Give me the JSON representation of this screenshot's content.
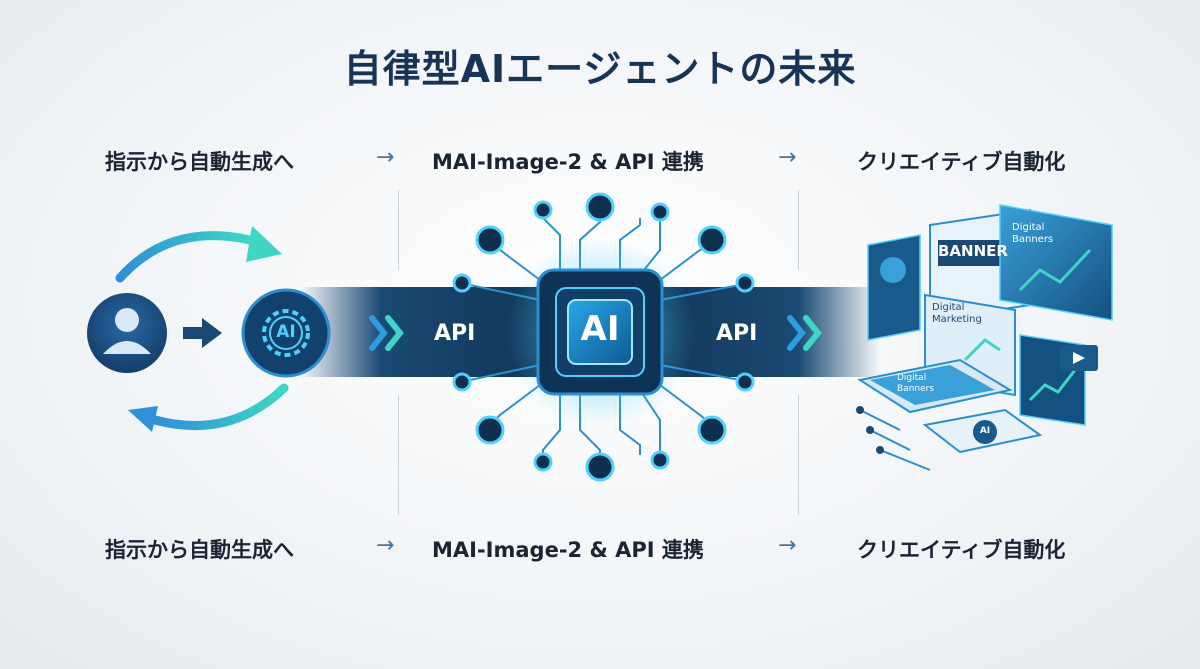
{
  "title": "自律型AIエージェントの未来",
  "top_row": {
    "step1": "指示から自動生成へ",
    "step2": "MAI-Image-2 & API 連携",
    "step3": "クリエイティブ自動化",
    "arrow": "→"
  },
  "bottom_row": {
    "step1": "指示から自動生成へ",
    "step2": "MAI-Image-2 & API 連携",
    "step3": "クリエイティブ自動化",
    "arrow": "→"
  },
  "center": {
    "chip_label": "AI",
    "api_left": "API",
    "api_right": "API"
  },
  "left_group": {
    "gear_label": "AI",
    "icons": [
      "user-icon",
      "ai-gear-icon",
      "cycle-arrows"
    ]
  },
  "right_group": {
    "banner_text": "BANNER",
    "digital_banners": "Digital Banners",
    "digital_marketing": "Digital Marketing",
    "tablet_text": "Digital Banners",
    "badge_label": "AI"
  },
  "colors": {
    "title": "#173457",
    "accent_teal": "#3fd6c6",
    "accent_blue": "#2f9be0",
    "dark_navy": "#0f2f4e"
  }
}
